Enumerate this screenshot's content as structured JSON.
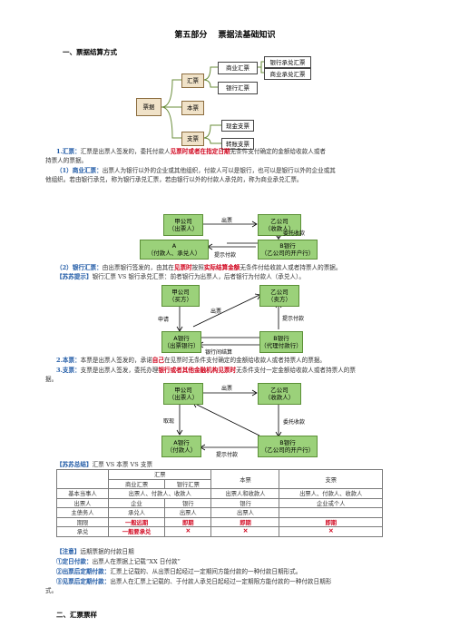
{
  "title": "第五部分　 票据法基础知识",
  "sec1": "一、票据结算方式",
  "tree": {
    "root": "票据",
    "huipiao": "汇票",
    "benpiao": "本票",
    "zhipiao": "支票",
    "shangye": "商业汇票",
    "yinhang": "银行汇票",
    "yhcd": "银行承兑汇票",
    "sycd": "商业承兑汇票",
    "xianjin": "现金支票",
    "zhuanzhang": "转账支票"
  },
  "p1": {
    "a": "1.汇票：",
    "b": "汇票是出票人签发的，委托付款人",
    "c": "见票时或者在指定日期",
    "d": "无条件支付确定的金额给收款人或者",
    "e": "持票人的票据。"
  },
  "p2": {
    "a": "（1）商业汇票：",
    "b": "出票人为银行以外的企业或其他组织，付款人可以是银行，也可以是银行以外的企业或其",
    "c": "他组织。若由银行承兑，称为银行承兑汇票，若由银行以外的付款人承兑的，称为商业承兑汇票。"
  },
  "d1": {
    "jia": "甲公司",
    "jia2": "（出票人）",
    "yi": "乙公司",
    "yi2": "（收款人）",
    "a": "A",
    "a2": "（付款人、承兑人）",
    "b": "B银行",
    "b2": "（乙公司的开户行）",
    "out": "出票",
    "wt": "委托收款",
    "ts": "提示付款"
  },
  "p3": {
    "a": "（2）银行汇票：",
    "b": "由出票银行签发的，由其在",
    "c": "见票时",
    "d": "按照",
    "e": "实际结算金额",
    "f": "无条件付给收款人或者持票人的票据。"
  },
  "p4": {
    "a": "【苏苏提示】",
    "b": "银行汇票 VS 银行承兑汇票：前者银行为出票人，后者银行为付款人（承兑人）。"
  },
  "d2": {
    "jia": "甲公司",
    "jia2": "（买方）",
    "yi": "乙公司",
    "yi2": "（卖方）",
    "a": "A银行",
    "a2": "（出票银行）",
    "b": "B银行",
    "b2": "（代理付款行）",
    "sq": "申请",
    "out": "出票",
    "ts": "提示付款",
    "js": "银行间结算"
  },
  "p5": {
    "a": "2.本票：",
    "b": "本票是出票人签发的，承诺",
    "c": "自己",
    "d": "在",
    "e": "见票时",
    "f": "无条件支付确定的金额给收款人或者持票人的票据。"
  },
  "p6": {
    "a": "3.支票：",
    "b": "支票是出票人签发，委托办理",
    "c": "银行或者其他金融机构见票时",
    "d": "无条件支付一定金额给收款人或者持票人的票",
    "e": "据。"
  },
  "d3": {
    "jia": "甲公司",
    "jia2": "（出票人）",
    "yi": "乙公司",
    "yi2": "（收款人）",
    "a": "A银行",
    "a2": "（付款人）",
    "b": "B银行",
    "b2": "（乙公司的开户行）",
    "out": "出票",
    "wt": "委托收款",
    "qx": "取现",
    "ts": "提示付款"
  },
  "sum": {
    "a": "【苏苏总结】",
    "b": "汇票 VS 本票 VS 支票"
  },
  "table": {
    "h_hp": "汇票",
    "h_bp": "本票",
    "h_zp": "支票",
    "h_sy": "商业汇票",
    "h_yh": "银行汇票",
    "rows": [
      [
        "基本当事人",
        "出票人、付款人、收款人",
        "",
        "出票人和收款人",
        "出票人、付款人、收款人"
      ],
      [
        "出票人",
        "企业",
        "银行",
        "银行",
        "企业或个人"
      ],
      [
        "主债务人",
        "承兑人",
        "出票人",
        "出票人",
        ""
      ],
      [
        "期限",
        "一般远期",
        "即期",
        "即期",
        "即期"
      ],
      [
        "承兑",
        "一般要承兑",
        "✕",
        "✕",
        "✕"
      ]
    ]
  },
  "note": {
    "a": "【注意】",
    "b": "远期票据的付款日期"
  },
  "n1": {
    "a": "①定日付款：",
    "b": "出票人在票据上记载“XX 日付款”"
  },
  "n2": {
    "a": "②出票后定期付款：",
    "b": "汇票上记载的、从出票日起经过一定期间方能付款的一种付款日期形式。"
  },
  "n3": {
    "a": "③见票后定期付款：",
    "b": "出票人在汇票上记载的、于付款人承兑日起经过一定期限方能付款的一种付款日期形",
    "c": "式。"
  },
  "sec2": "二、汇票票样"
}
